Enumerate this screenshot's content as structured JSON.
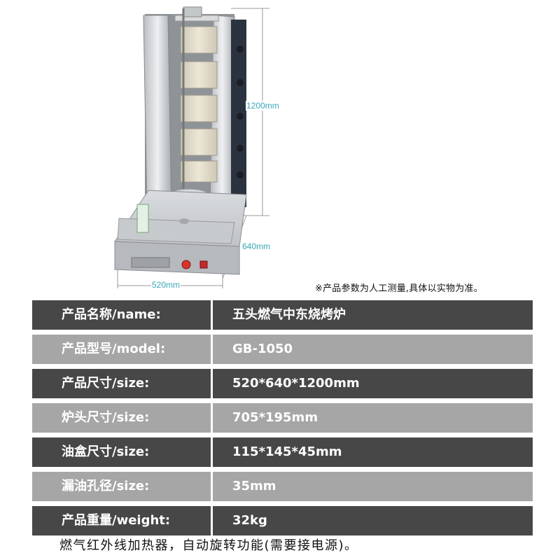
{
  "figure": {
    "dimension_height": "1200mm",
    "dimension_depth": "640mm",
    "dimension_width": "520mm"
  },
  "note": "※产品参数为人工测量,具体以实物为准。",
  "specs": [
    {
      "label": "产品名称/name:",
      "value": "五头燃气中东烧烤炉"
    },
    {
      "label": "产品型号/model:",
      "value": "GB-1050"
    },
    {
      "label": "产品尺寸/size:",
      "value": "520*640*1200mm"
    },
    {
      "label": "炉头尺寸/size:",
      "value": "705*195mm"
    },
    {
      "label": "油盒尺寸/size:",
      "value": "115*145*45mm"
    },
    {
      "label": "漏油孔径/size:",
      "value": "35mm"
    },
    {
      "label": "产品重量/weight:",
      "value": "32kg"
    }
  ],
  "footer_note": "燃气红外线加热器，自动旋转功能(需要接电源)。",
  "colors": {
    "dark_row": "#474747",
    "light_row": "#a6a6a6",
    "dimension": "#3aa6b9"
  }
}
